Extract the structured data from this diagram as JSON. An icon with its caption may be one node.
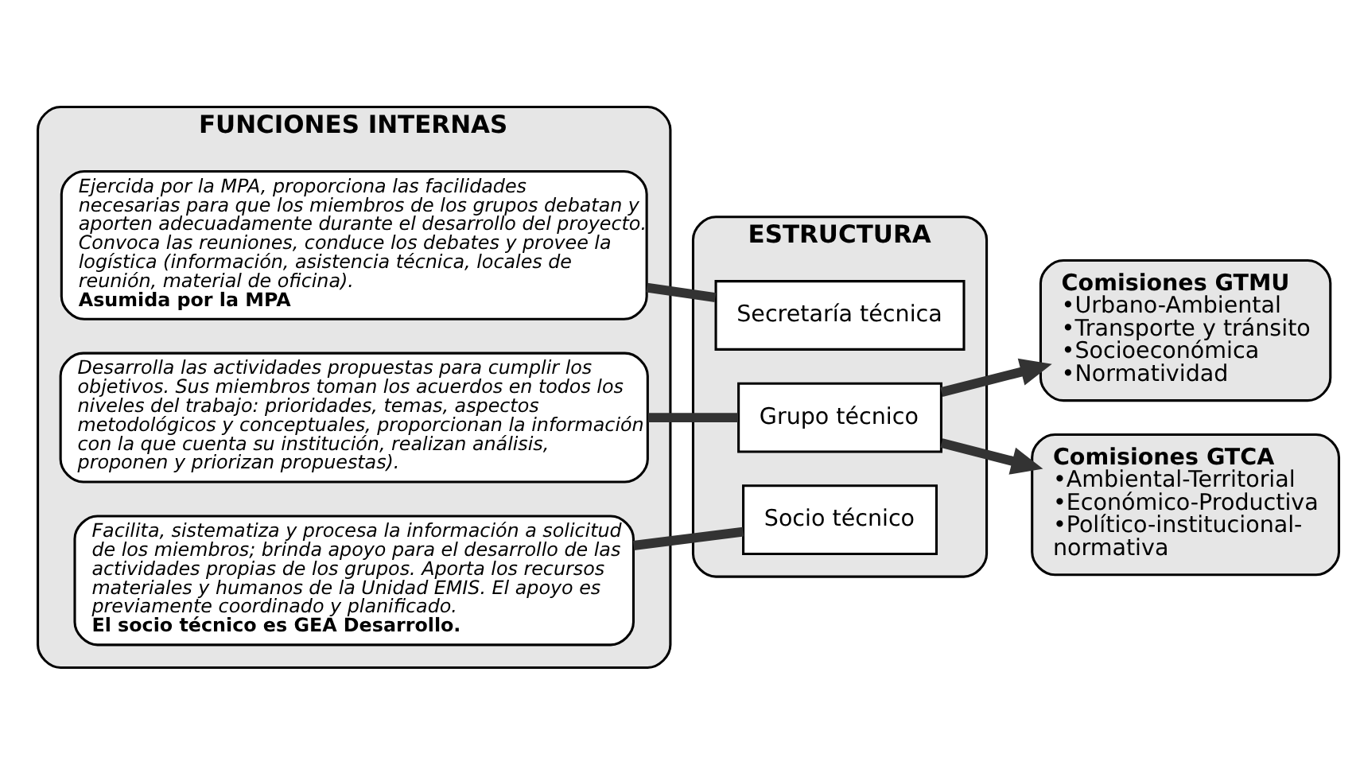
{
  "diagram": {
    "nodes": [
      {
        "text": [
          "FUNCIONES INTERNAS"
        ]
      },
      {
        "text": [
          "Ejercida por la MPA, proporciona las facilidades necesarias para que los miembros de los grupos debatan y aporten adecuadamente durante el desarrollo del proyecto. Convoca las reuniones, conduce los debates y provee la logística (información, asistencia técnica, locales de reunión, material de oficina).",
          "Asumida por la MPA"
        ],
        "in": 0
      },
      {
        "text": [
          "Desarrolla las actividades propuestas para cumplir los objetivos. Sus miembros toman los acuerdos en todos los niveles del trabajo: prioridades, temas, aspectos metodológicos y conceptuales, proporcionan la información con la que cuenta su institución, realizan análisis, proponen y priorizan propuestas)."
        ],
        "in": 0
      },
      {
        "text": [
          "Facilita, sistematiza y procesa la información a solicitud de los miembros; brinda apoyo para el desarrollo de las actividades propias de los grupos. Aporta los recursos materiales y humanos de la Unidad EMIS. El apoyo es previamente coordinado y planificado.",
          "El socio técnico es GEA Desarrollo."
        ],
        "in": 0
      },
      {
        "text": [
          "ESTRUCTURA"
        ]
      },
      {
        "text": [
          "Secretaría técnica"
        ],
        "in": 4
      },
      {
        "text": [
          "Grupo técnico"
        ],
        "in": 4
      },
      {
        "text": [
          "Socio técnico"
        ],
        "in": 4
      },
      {
        "text": [
          "Comisiones GTMU",
          "•Urbano-Ambiental",
          "•Transporte y tránsito",
          "•Socioeconómica",
          "•Normatividad"
        ]
      },
      {
        "text": [
          "Comisiones GTCA",
          "•Ambiental-Territorial",
          "•Económico-Productiva",
          "•Político-institucional-normativa"
        ]
      }
    ],
    "edges": [
      {
        "from": 1,
        "to": 5,
        "arrow": "none"
      },
      {
        "from": 2,
        "to": 6,
        "arrow": "none"
      },
      {
        "from": 3,
        "to": 7,
        "arrow": "none"
      },
      {
        "from": 6,
        "to": 8,
        "arrow": "to"
      },
      {
        "from": 6,
        "to": 9,
        "arrow": "to"
      }
    ]
  }
}
